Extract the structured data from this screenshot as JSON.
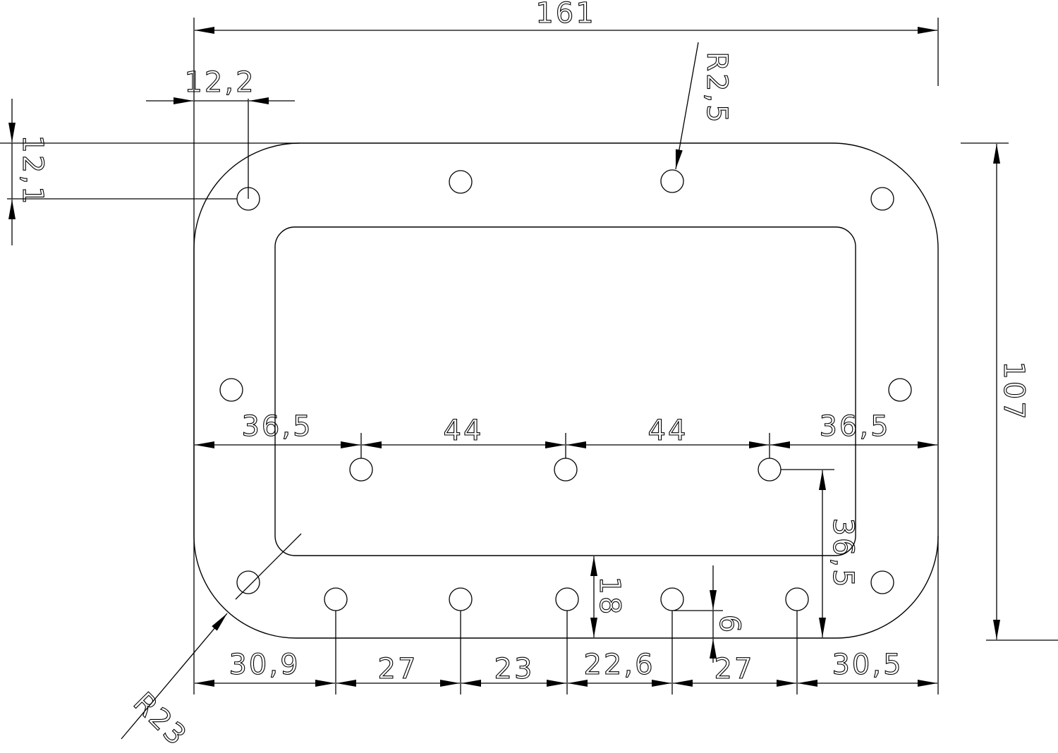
{
  "dimensions": {
    "overall_width": "161",
    "overall_height": "107",
    "hole_radius": "R2,5",
    "corner_radius": "R23",
    "hole_offset_x": "12,2",
    "hole_offset_y": "12,1",
    "middle_row": [
      "36,5",
      "44",
      "44",
      "36,5"
    ],
    "bottom_row": [
      "30,9",
      "27",
      "23",
      "22,6",
      "27",
      "30,5"
    ],
    "inner_bottom_gap": "18",
    "bottom_hole_offset": "6",
    "middle_row_height": "36,5"
  }
}
